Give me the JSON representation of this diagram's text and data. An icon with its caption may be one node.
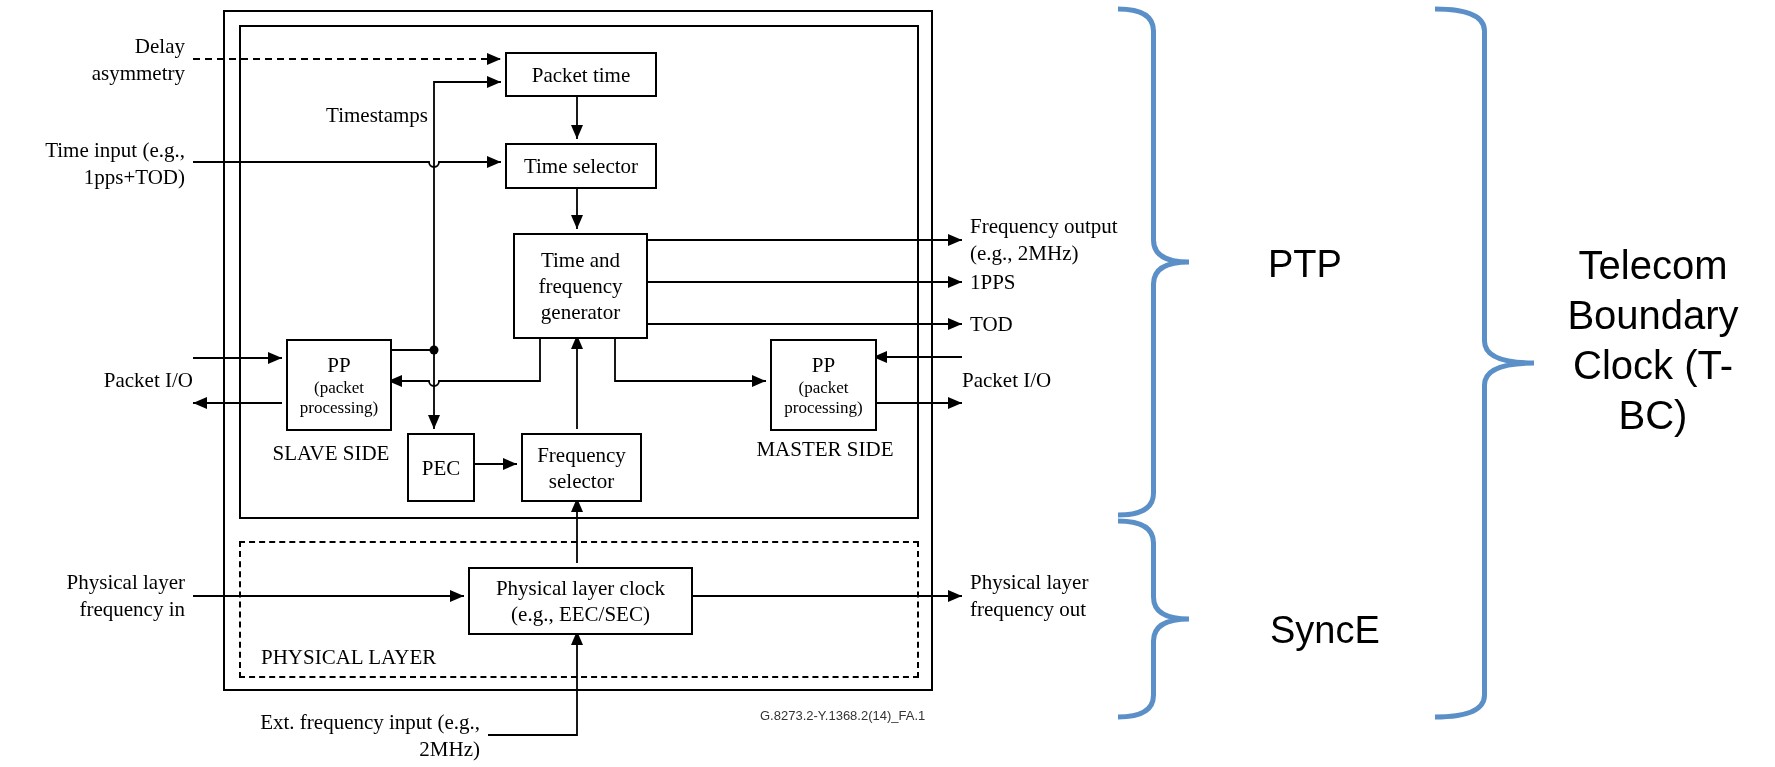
{
  "diagram": {
    "nodes": [
      {
        "text": [],
        "shape": "box"
      },
      {
        "text": [],
        "shape": "box",
        "in": 0
      },
      {
        "text": [
          "Packet time"
        ],
        "in": 1
      },
      {
        "text": [
          "Time selector"
        ],
        "in": 1
      },
      {
        "text": [
          "Time and frequency generator"
        ],
        "in": 1
      },
      {
        "text": [
          "PP",
          "(packet processing)"
        ],
        "beside": [
          "SLAVE SIDE"
        ],
        "in": 1
      },
      {
        "text": [
          "PEC"
        ],
        "in": 1
      },
      {
        "text": [
          "Frequency selector"
        ],
        "in": 1
      },
      {
        "text": [
          "PP",
          "(packet processing)"
        ],
        "beside": [
          "MASTER SIDE"
        ],
        "in": 1
      },
      {
        "text": [
          "PHYSICAL LAYER"
        ],
        "in": 0
      },
      {
        "text": [
          "Physical layer clock (e.g., EEC/SEC)"
        ],
        "in": 9
      },
      {
        "text": [
          "Delay asymmetry"
        ]
      },
      {
        "text": [
          "Time input (e.g., 1pps+TOD)"
        ]
      },
      {
        "text": [
          "Frequency output (e.g., 2MHz)"
        ]
      },
      {
        "text": [
          "1PPS"
        ]
      },
      {
        "text": [
          "TOD"
        ]
      },
      {
        "text": [
          "Physical layer frequency in"
        ]
      },
      {
        "text": [
          "Physical layer frequency out"
        ]
      },
      {
        "text": [
          "Ext. frequency input (e.g., 2MHz)"
        ]
      },
      {
        "text": [
          "Packet I/O"
        ]
      },
      {
        "text": [
          "Packet I/O"
        ]
      }
    ],
    "edges": [
      {
        "from": 11,
        "to": 2,
        "arrow": "to",
        "style": "dashed"
      },
      {
        "from": 5,
        "to": 2,
        "arrow": "to",
        "label": "Timestamps"
      },
      {
        "from": 5,
        "to": 6,
        "arrow": "to"
      },
      {
        "from": 12,
        "to": 3,
        "arrow": "to"
      },
      {
        "from": 2,
        "to": 3,
        "arrow": "to"
      },
      {
        "from": 3,
        "to": 4,
        "arrow": "to"
      },
      {
        "from": 4,
        "to": 13,
        "arrow": "to"
      },
      {
        "from": 4,
        "to": 14,
        "arrow": "to"
      },
      {
        "from": 4,
        "to": 15,
        "arrow": "to"
      },
      {
        "from": 4,
        "to": 5,
        "arrow": "to"
      },
      {
        "from": 4,
        "to": 8,
        "arrow": "to"
      },
      {
        "from": 19,
        "to": 5,
        "arrow": "to"
      },
      {
        "from": 5,
        "to": 19,
        "arrow": "to"
      },
      {
        "from": 20,
        "to": 8,
        "arrow": "to"
      },
      {
        "from": 8,
        "to": 20,
        "arrow": "to"
      },
      {
        "from": 6,
        "to": 7,
        "arrow": "to"
      },
      {
        "from": 7,
        "to": 4,
        "arrow": "to"
      },
      {
        "from": 16,
        "to": 10,
        "arrow": "to"
      },
      {
        "from": 10,
        "to": 17,
        "arrow": "to"
      },
      {
        "from": 18,
        "to": 10,
        "arrow": "to"
      },
      {
        "from": 10,
        "to": 7,
        "arrow": "to"
      }
    ],
    "labels": [
      "G.8273.2-Y.1368.2(14)_FA.1",
      "PTP",
      "SyncE",
      "Telecom Boundary Clock (T-BC)"
    ]
  }
}
